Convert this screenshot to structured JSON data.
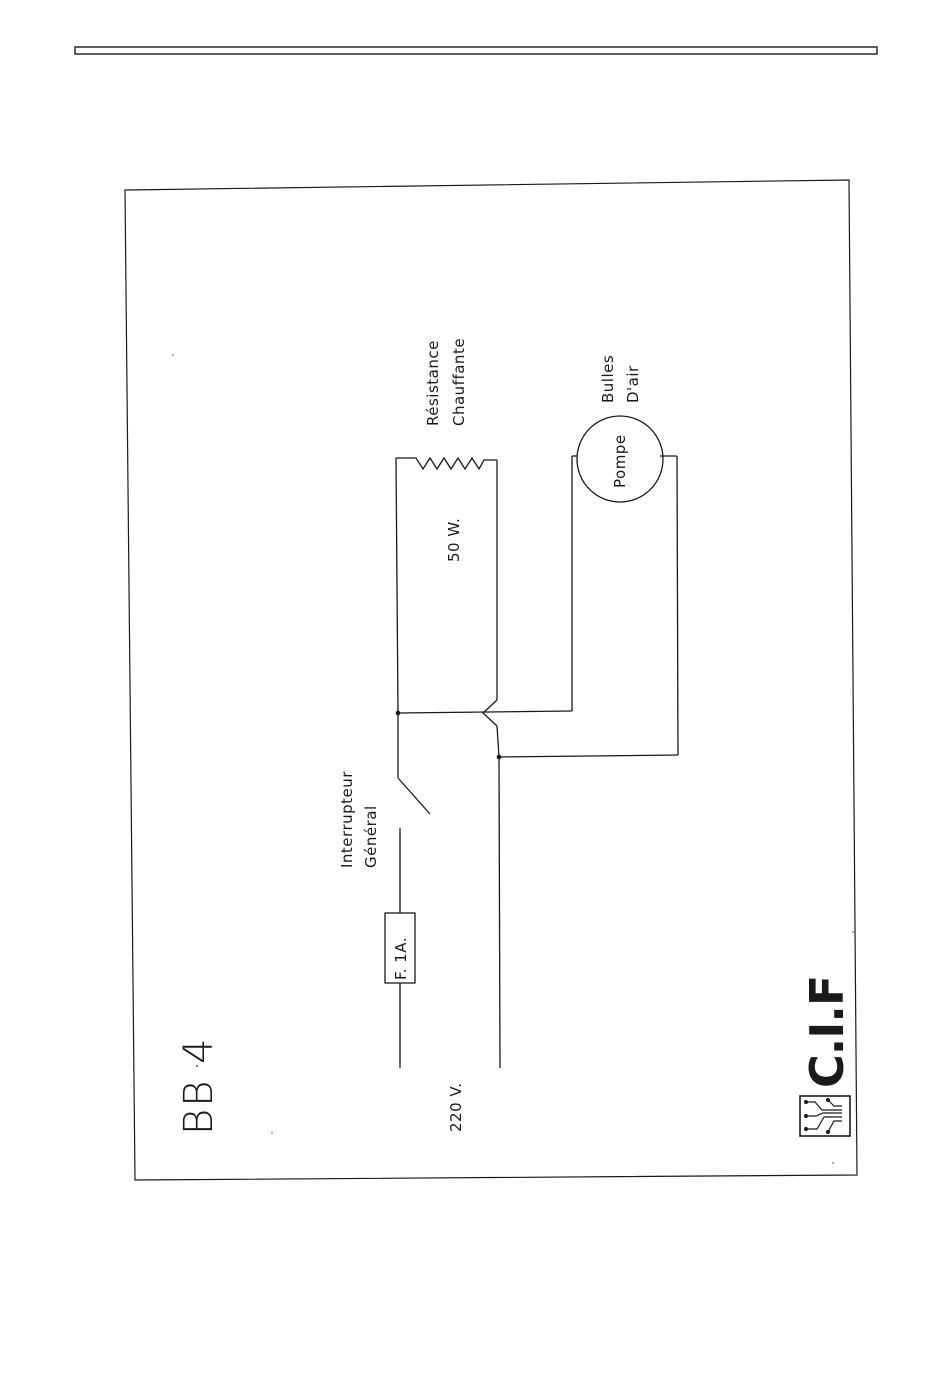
{
  "diagram": {
    "title": "BB 4",
    "supply_label": "220 V.",
    "fuse_label": "F. 1A.",
    "switch_label_line1": "Interrupteur",
    "switch_label_line2": "Général",
    "heater_power_label": "50 W.",
    "heater_label_line1": "Résistance",
    "heater_label_line2": "Chauffante",
    "pump_label": "Pompe",
    "pump_output_line1": "Bulles",
    "pump_output_line2": "D'air",
    "logo_text": "C.I.F"
  },
  "colors": {
    "ink": "#1a1a1a",
    "paper": "#ffffff"
  }
}
